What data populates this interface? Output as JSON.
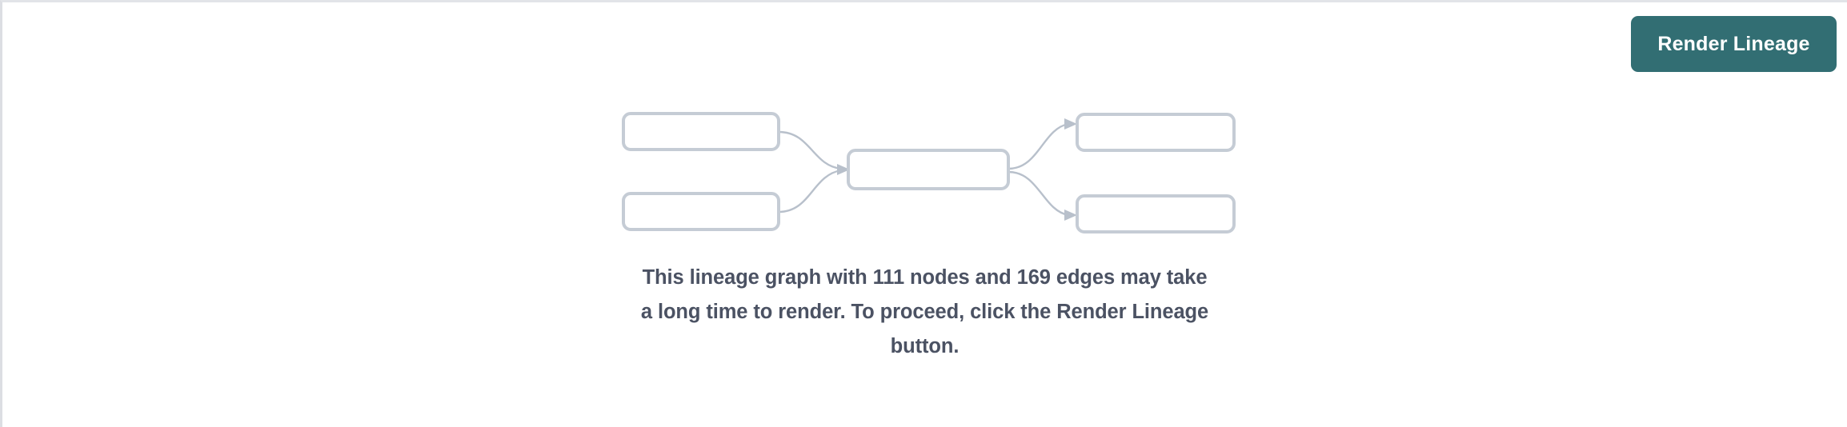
{
  "colors": {
    "button_bg": "#326e73",
    "button_text": "#ffffff",
    "node_border": "#c5ccd5",
    "edge_stroke": "#b8c0cb",
    "message_text": "#4b5263",
    "page_bg": "#ffffff",
    "top_border": "#e2e4e8",
    "left_border": "#dcdee3"
  },
  "toolbar": {
    "render_lineage_label": "Render Lineage"
  },
  "graph_placeholder": {
    "node_count_shown": 5,
    "nodes": [
      {
        "id": "left-top",
        "label": ""
      },
      {
        "id": "left-bottom",
        "label": ""
      },
      {
        "id": "center",
        "label": ""
      },
      {
        "id": "right-top",
        "label": ""
      },
      {
        "id": "right-bottom",
        "label": ""
      }
    ],
    "edges": [
      {
        "from": "left-top",
        "to": "center"
      },
      {
        "from": "left-bottom",
        "to": "center"
      },
      {
        "from": "center",
        "to": "right-top"
      },
      {
        "from": "center",
        "to": "right-bottom"
      }
    ]
  },
  "message": {
    "node_count": "111",
    "edge_count": "169",
    "line1": "This lineage graph with 111 nodes and 169 edges may take",
    "line2": "a long time to render. To proceed, click the Render Lineage",
    "line3": "button."
  }
}
